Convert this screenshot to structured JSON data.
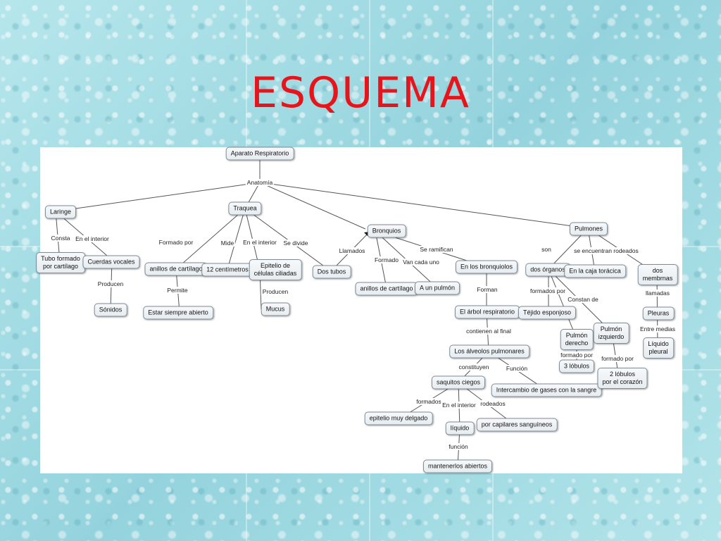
{
  "title": "ESQUEMA",
  "nodes": {
    "aparato": "Aparato Respiratorio",
    "laringe": "Laringe",
    "tubo_formado": "Tubo formado\npor cartílago",
    "cuerdas": "Cuerdas vocales",
    "sonidos": "Sónidos",
    "traquea": "Traquea",
    "anillos_t": "anillos de cartílago",
    "siempre_abierto": "Estar siempre abierto",
    "doce_cm": "12 centímetros",
    "epitelio": "Epitelio de\ncélulas ciliadas",
    "mucus": "Mucus",
    "dos_tubos": "Dos tubos",
    "bronquios": "Bronquios",
    "anillos_b": "anillos de cartílago",
    "un_pulmon": "A un pulmón",
    "bronquiolos": "En los bronquiolos",
    "arbol": "El árbol respiratorio",
    "alveolos": "Los álveolos pulmonares",
    "saquitos": "saquitos ciegos",
    "intercambio": "Intercambio de gases con la sangre",
    "epitelio_delgado": "epitelio muy delgado",
    "liquido": "líquido",
    "capilares": "por capilares sanguíneos",
    "mantenerlos": "mantenerlos abiertos",
    "pulmones": "Pulmones",
    "dos_organos": "dos órganos",
    "caja": "En la caja torácica",
    "dos_membranas": "dos membrnas",
    "tejido": "Téjido esponjoso",
    "p_derecho": "Pulmón\nderecho",
    "p_izquierdo": "Pulmón\nizquierdo",
    "tres_lobulos": "3 lóbulos",
    "dos_lobulos": "2 lóbulos\npor el corazón",
    "pleuras": "Pleuras",
    "liquido_pleural": "Líquido pleural"
  },
  "links": {
    "anatomia": "Anatomía",
    "consta": "Consta",
    "en_interior_l": "En el interior",
    "producen_l": "Producen",
    "formado_por_t": "Formado por",
    "permite": "Permite",
    "mide": "Mide",
    "en_interior_t": "En el interior",
    "producen_t": "Producen",
    "se_divide": "Se divide",
    "llamados": "Llamados",
    "formado_b": "Formado",
    "van_cada_uno": "Van cada uno",
    "se_ramifican": "Se ramifican",
    "forman": "Forman",
    "contienen_final": "contienen al final",
    "constituyen": "constituyen",
    "funcion_a": "Función",
    "formados_s": "formados",
    "en_interior_s": "En el interior",
    "rodeados_s": "rodeados",
    "funcion_l": "función",
    "son": "son",
    "se_encuentran": "se encuentran",
    "rodeados_p": "rodeados",
    "formados_por_o": "formados por",
    "constan_de": "Constan de",
    "formado_por_d": "formado por",
    "formado_por_i": "formado por",
    "llamadas": "llamadas",
    "entre_medias": "Entre medias"
  }
}
